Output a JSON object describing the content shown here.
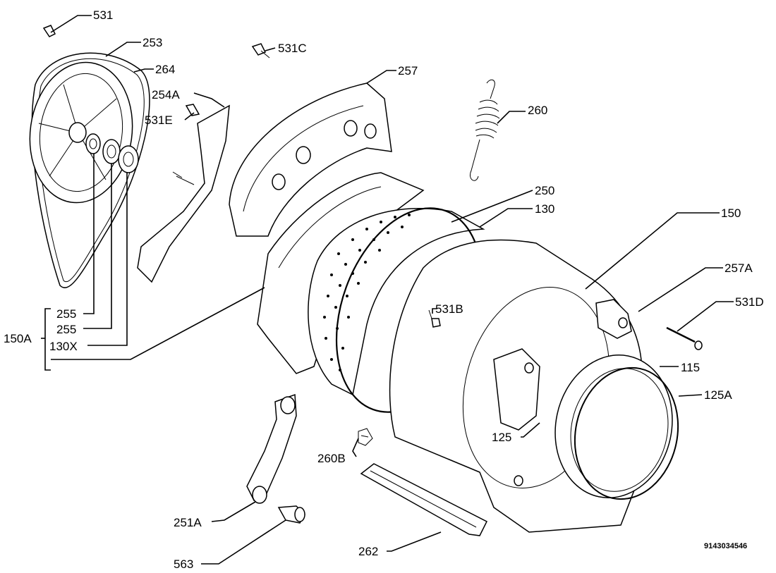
{
  "labels": {
    "l531": "531",
    "l253": "253",
    "l264": "264",
    "l531C": "531C",
    "l257": "257",
    "l254A": "254A",
    "l531E": "531E",
    "l260": "260",
    "l250": "250",
    "l130": "130",
    "l150": "150",
    "l257A": "257A",
    "l531B": "531B",
    "l531D": "531D",
    "l255a": "255",
    "l255b": "255",
    "l130X": "130X",
    "l150A": "150A",
    "l115": "115",
    "l125A": "125A",
    "l125": "125",
    "l260B": "260B",
    "l251A": "251A",
    "l563": "563",
    "l262": "262"
  },
  "drawing_code": "9143034546"
}
